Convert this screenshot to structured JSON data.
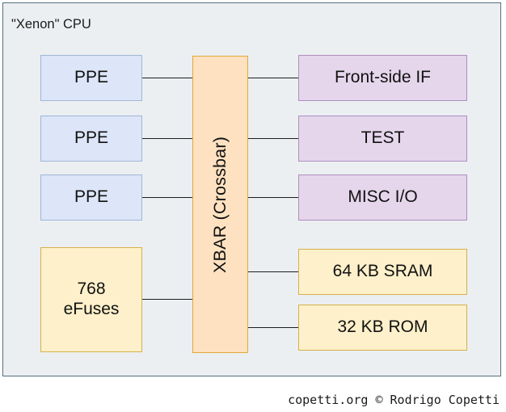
{
  "diagram": {
    "title": "\"Xenon\" CPU",
    "colors": {
      "frame_background": "#eceff1",
      "frame_border": "#55707f",
      "blue_fill": "#dde5f8",
      "blue_border": "#9fb6d9",
      "purple_fill": "#e5d6ec",
      "purple_border": "#ad8fc0",
      "yellow_fill": "#fdf0ca",
      "yellow_border": "#d6b14b",
      "orange_fill": "#fde1c0",
      "orange_border": "#e0a93a",
      "wire": "#1d1d1d"
    },
    "cores": [
      {
        "label": "PPE"
      },
      {
        "label": "PPE"
      },
      {
        "label": "PPE"
      }
    ],
    "efuses": {
      "line1": "768",
      "line2": "eFuses"
    },
    "bus": {
      "label": "XBAR (Crossbar)"
    },
    "peripherals": [
      {
        "label": "Front-side IF"
      },
      {
        "label": "TEST"
      },
      {
        "label": "MISC I/O"
      }
    ],
    "memories": [
      {
        "label": "64 KB SRAM"
      },
      {
        "label": "32 KB ROM"
      }
    ]
  },
  "footer": {
    "credit": "copetti.org © Rodrigo Copetti"
  }
}
